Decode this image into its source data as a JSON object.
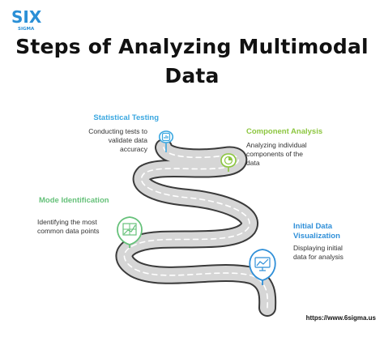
{
  "logo": {
    "text_main": "SIX",
    "text_sub": "SIGMA"
  },
  "title_line1": "Steps of Analyzing Multimodal",
  "title_line2": "Data",
  "steps": [
    {
      "title": "Statistical Testing",
      "desc": [
        "Conducting tests to",
        "validate data",
        "accuracy"
      ],
      "color": "#3aa7e0",
      "icon": "clipboard-chart-icon"
    },
    {
      "title": "Component Analysis",
      "desc": [
        "Analyzing individual",
        "components of the",
        "data"
      ],
      "color": "#8cc63f",
      "icon": "pie-chart-icon"
    },
    {
      "title": "Mode Identification",
      "desc": [
        "Identifying the most",
        "common data points"
      ],
      "color": "#66c17a",
      "icon": "grid-chart-icon"
    },
    {
      "title": "Initial Data Visualization",
      "title_lines": [
        "Initial Data",
        "Visualization"
      ],
      "desc": [
        "Displaying initial",
        "data for analysis"
      ],
      "color": "#2f8fd8",
      "icon": "presentation-chart-icon"
    }
  ],
  "source_url": "https://www.6sigma.us",
  "colors": {
    "road": "#d6d6d6",
    "road_edge": "#3a3a3a",
    "lane": "#ffffff"
  }
}
